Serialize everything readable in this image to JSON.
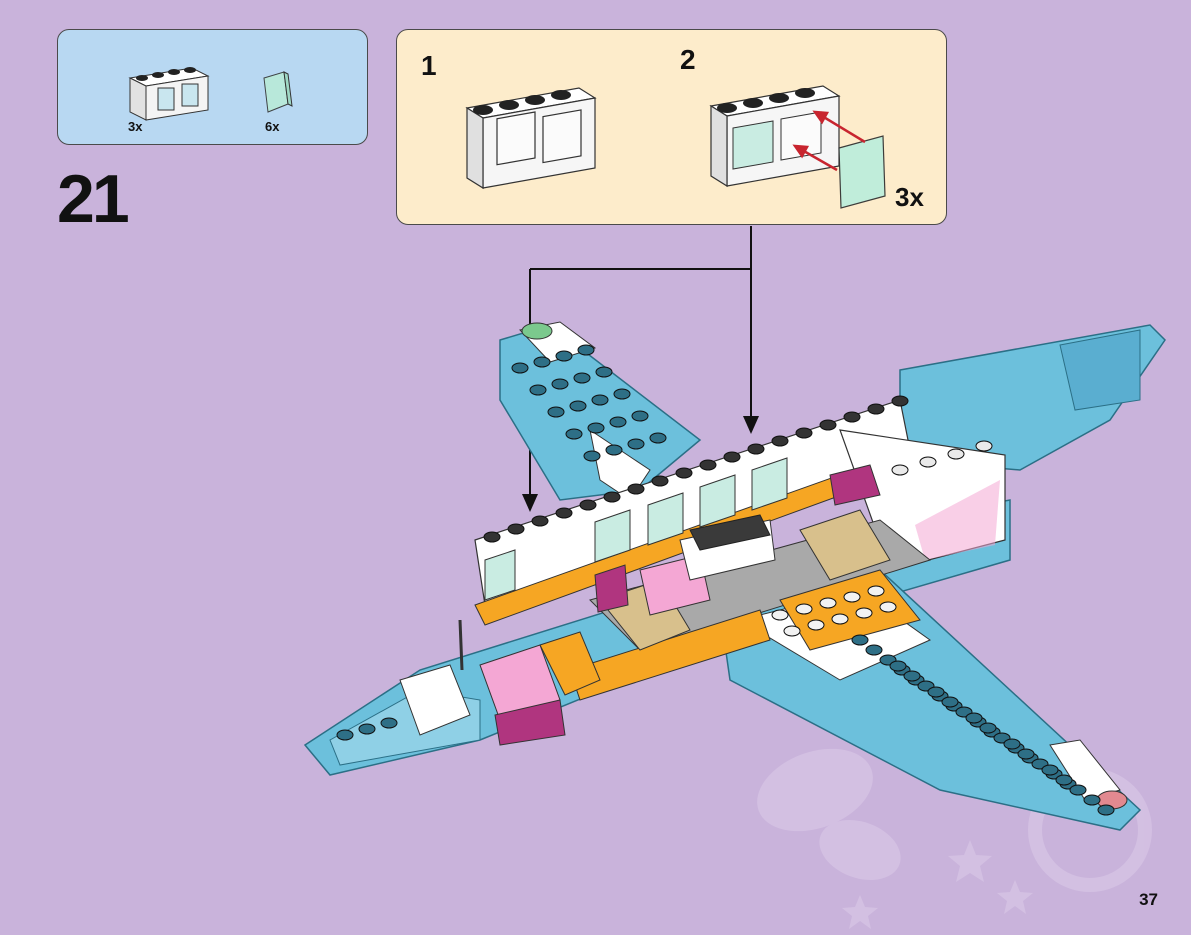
{
  "step": {
    "number": "21"
  },
  "parts": [
    {
      "icon": "window-frame-icon",
      "qty": "3x"
    },
    {
      "icon": "window-glass-icon",
      "qty": "6x"
    }
  ],
  "substeps": [
    {
      "label": "1"
    },
    {
      "label": "2",
      "multiplier": "3x"
    }
  ],
  "page": {
    "number": "37"
  },
  "colors": {
    "background": "#c9b3db",
    "parts_box": "#b8d8f2",
    "substep_box": "#fdeccb",
    "fuselage": "#6cc0dc",
    "orange": "#f6a623",
    "magenta": "#b0357f",
    "pink": "#f4a7d4",
    "tan": "#d8c08c",
    "arrow_red": "#c8252f"
  }
}
